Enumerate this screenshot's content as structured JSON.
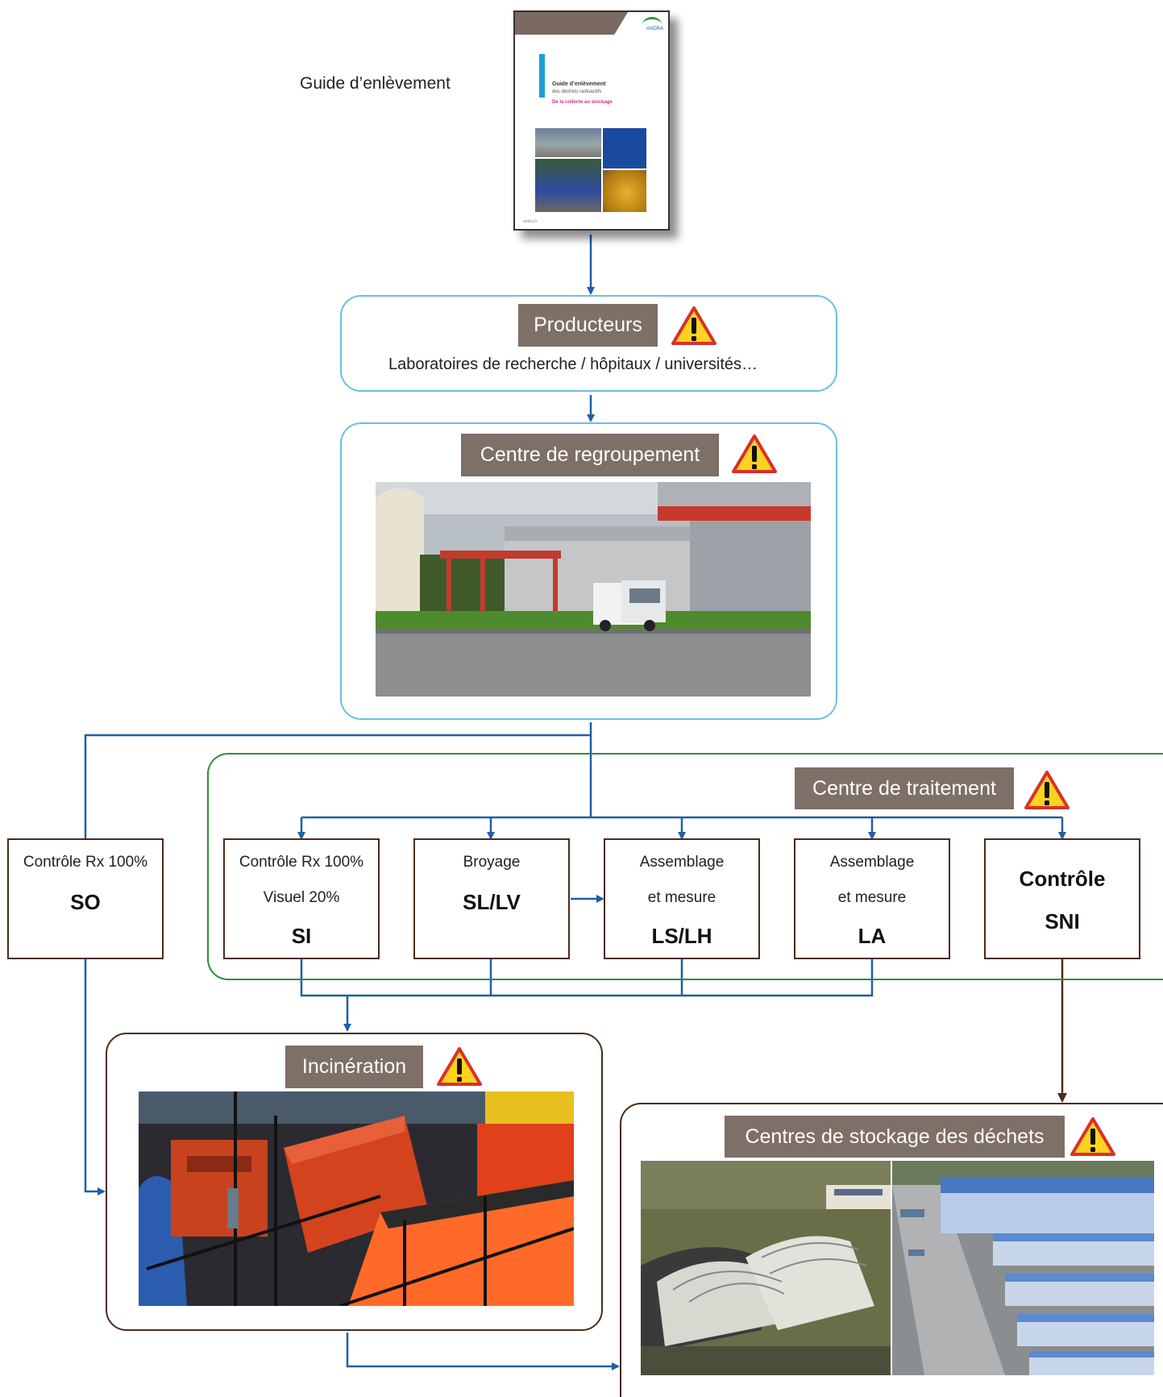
{
  "guide": {
    "label": "Guide d’enlèvement",
    "doc_title": "Guide d’enlèvement",
    "doc_subtitle": "des déchets radioactifs",
    "doc_tagline": "De la collecte au stockage",
    "doc_logo": "ANDRA",
    "doc_footer": "andra.fr"
  },
  "producers": {
    "title": "Producteurs",
    "subtitle": "Laboratoires de recherche / hôpitaux / universités…"
  },
  "regroupement": {
    "title": "Centre de regroupement"
  },
  "traitement": {
    "title": "Centre de traitement"
  },
  "so_box": {
    "line1": "Contrôle Rx 100%",
    "code": "SO"
  },
  "steps": [
    {
      "line1": "Contrôle Rx 100%",
      "line2": "Visuel 20%",
      "code": "SI"
    },
    {
      "line1": "Broyage",
      "code": "SL/LV"
    },
    {
      "line1": "Assemblage",
      "line2": "et mesure",
      "code": "LS/LH"
    },
    {
      "line1": "Assemblage",
      "line2": "et mesure",
      "code": "LA"
    },
    {
      "line1": "Contrôle",
      "code": "SNI"
    }
  ],
  "incineration": {
    "title": "Incinération"
  },
  "stockage": {
    "title": "Centres de stockage des déchets"
  },
  "colors": {
    "flow_blue": "#1f5fa8",
    "flow_brown": "#4a2c1a",
    "tag_bg": "#7e6f67",
    "blue_border": "#6bbfe3",
    "green_border": "#2a8f3c"
  },
  "icons": {
    "warning": "warning-triangle-icon"
  }
}
